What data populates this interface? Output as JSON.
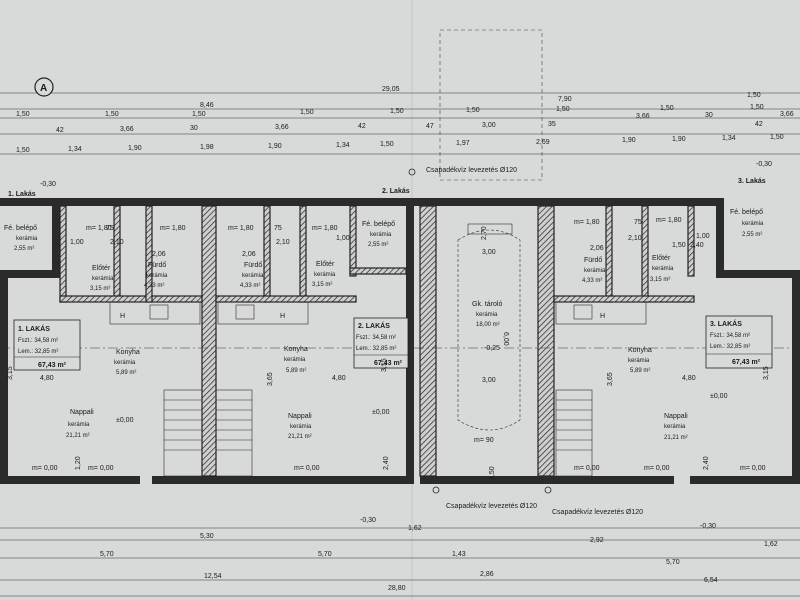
{
  "colors": {
    "paper": "#d8dad9",
    "ink": "#1a1a1a"
  },
  "axis_marker": "A",
  "dims_top": {
    "row1": [
      "29,05"
    ],
    "row2": [
      "8,46",
      "7,90",
      "1,50"
    ],
    "row3": [
      "1,50",
      "1,50",
      "1,50",
      "1,50",
      "1,50",
      "1,50",
      "1,50",
      "1,50",
      "1,50"
    ],
    "row4": [
      "42",
      "3,66",
      "30",
      "3,66",
      "42",
      "47",
      "1,97",
      "3,00",
      "35",
      "3,66",
      "30",
      "3,66",
      "42"
    ],
    "row5": [
      "1,50",
      "1,34",
      "1,90",
      "1,98",
      "1,90",
      "1,34",
      "1,50",
      "2,69",
      "1,90",
      "1,90",
      "1,34",
      "1,50"
    ]
  },
  "dims_bottom": {
    "row1": [
      "5,30",
      "1,62",
      "2,92",
      "1,62"
    ],
    "row2": [
      "5,70",
      "5,70",
      "1,43",
      "5,70"
    ],
    "row3": [
      "12,54",
      "2,86",
      "6,54"
    ],
    "row4": [
      "28,80"
    ]
  },
  "elevations": [
    "-0,30",
    "-0,30",
    "-0,30",
    "-0,30",
    "±0,00",
    "±0,00",
    "±0,00",
    "-0,25"
  ],
  "rain": {
    "top": "Csapadékvíz levezetés Ø120",
    "left_bottom": "Csapadékvíz levezetés Ø120",
    "right_bottom": "Csapadékvíz levezetés Ø120"
  },
  "units": [
    {
      "tag": "1. Lakás",
      "box": {
        "title": "1. LAKÁS",
        "fszt": "Fszt.: 34,58 m²",
        "lem": "Lem.: 32,85 m²",
        "total": "67,43 m²"
      },
      "rooms": {
        "entry": {
          "name": "Fé. belépő",
          "mat": "kerámia",
          "area": "2,55 m²"
        },
        "bath": {
          "name": "Fürdő",
          "mat": "kerámia",
          "area": "4,33 m²"
        },
        "hall": {
          "name": "Előtér",
          "mat": "kerámia",
          "area": "3,15 m²"
        },
        "kitchen": {
          "name": "Konyha",
          "mat": "kerámia",
          "area": "5,89 m²"
        },
        "living": {
          "name": "Nappali",
          "mat": "kerámia",
          "area": "21,21 m²"
        }
      }
    },
    {
      "tag": "2. Lakás",
      "box": {
        "title": "2. LAKÁS",
        "fszt": "Fszt.: 34,58 m²",
        "lem": "Lem.: 32,85 m²",
        "total": "67,43 m²"
      },
      "rooms": {
        "entry": {
          "name": "Fé. belépő",
          "mat": "kerámia",
          "area": "2,55 m²"
        },
        "bath": {
          "name": "Fürdő",
          "mat": "kerámia",
          "area": "4,33 m²"
        },
        "hall": {
          "name": "Előtér",
          "mat": "kerámia",
          "area": "3,15 m²"
        },
        "kitchen": {
          "name": "Konyha",
          "mat": "kerámia",
          "area": "5,89 m²"
        },
        "living": {
          "name": "Nappali",
          "mat": "kerámia",
          "area": "21,21 m²"
        }
      }
    },
    {
      "tag": "3. Lakás",
      "box": {
        "title": "3. LAKÁS",
        "fszt": "Fszt.: 34,58 m²",
        "lem": "Lem.: 32,85 m²",
        "total": "67,43 m²"
      },
      "rooms": {
        "entry": {
          "name": "Fé. belépő",
          "mat": "kerámia",
          "area": "2,55 m²"
        },
        "bath": {
          "name": "Fürdő",
          "mat": "kerámia",
          "area": "4,33 m²"
        },
        "hall": {
          "name": "Előtér",
          "mat": "kerámia",
          "area": "3,15 m²"
        },
        "kitchen": {
          "name": "Konyha",
          "mat": "kerámia",
          "area": "5,89 m²"
        },
        "living": {
          "name": "Nappali",
          "mat": "kerámia",
          "area": "21,21 m²"
        }
      }
    }
  ],
  "storage": {
    "name": "Gk. tároló",
    "mat": "kerámia",
    "area": "18,00 m²",
    "w_top": "3,00",
    "w_mid": "3,00",
    "len": "6,00",
    "ext": "1,50",
    "m": "m= 90"
  },
  "inner": {
    "m180": "m= 1,80",
    "m000": "m= 0,00",
    "d090": "90",
    "d075": "75",
    "d100": "1,00",
    "d210": "2,10",
    "d206": "2,06",
    "d150": "1,50",
    "d240": "2,40",
    "d315": "3,15",
    "d365": "3,65",
    "d480": "4,80",
    "d120": "1,20",
    "d270": "2,70",
    "h": "H"
  }
}
